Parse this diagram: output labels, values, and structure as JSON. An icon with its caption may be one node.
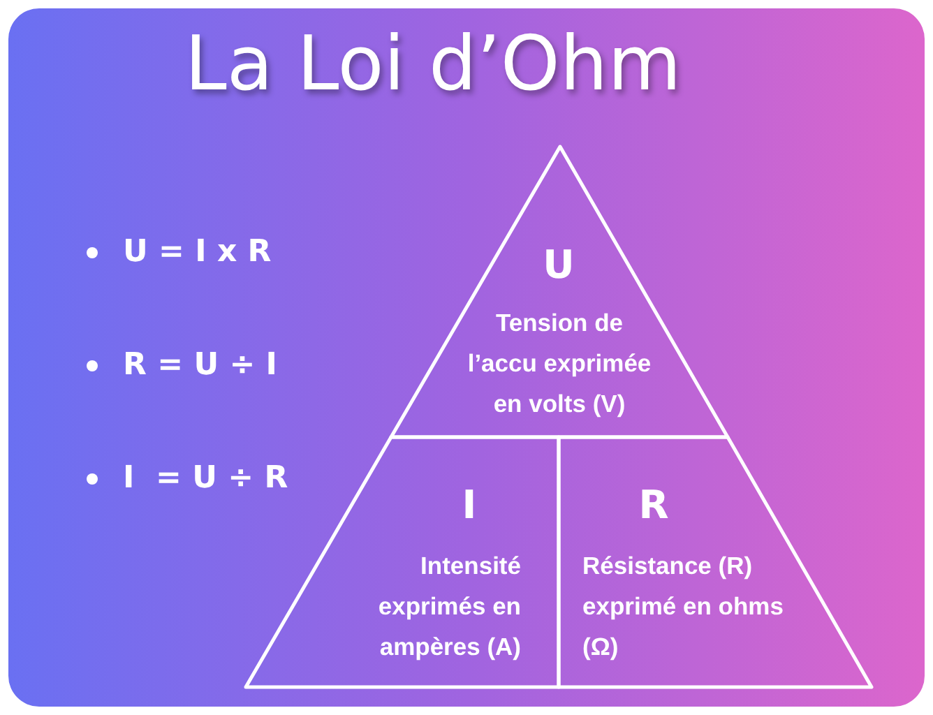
{
  "diagram": {
    "title": "La Loi d’Ohm",
    "nodes": [
      {
        "text": [
          "U",
          "Tension de l’accu exprimée en volts (V)"
        ]
      },
      {
        "text": [
          "I",
          "Intensité exprimés en ampères (A)"
        ]
      },
      {
        "text": [
          "R",
          "Résistance (R) exprimé en ohms (Ω)"
        ]
      }
    ],
    "labels": [
      "U = I x R",
      "R = U ÷ I",
      "I  = U ÷ R"
    ]
  }
}
